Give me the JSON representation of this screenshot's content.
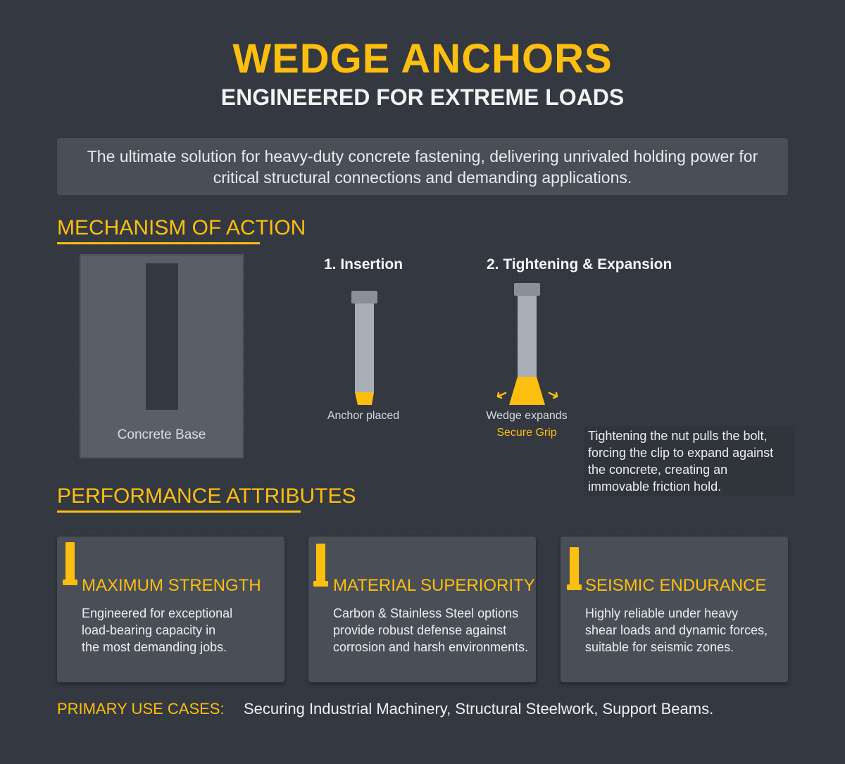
{
  "header": {
    "title": "WEDGE ANCHORS",
    "subtitle": "ENGINEERED FOR EXTREME LOADS"
  },
  "intro": {
    "text": "The ultimate solution for heavy-duty concrete fastening, delivering unrivaled holding power for critical structural connections and demanding applications."
  },
  "mechanism": {
    "heading": "MECHANISM OF ACTION",
    "concrete_label": "Concrete Base",
    "steps": [
      {
        "title": "1. Insertion",
        "caption": "Anchor placed",
        "icon": "anchor-bolt-inserted-icon"
      },
      {
        "title": "2. Tightening & Expansion",
        "caption": "Wedge expands",
        "caption_accent": "Secure Grip",
        "icon": "anchor-bolt-expanded-icon"
      }
    ],
    "explanation": "Tightening the nut pulls the bolt, forcing the clip to expand against the concrete, creating an immovable friction hold."
  },
  "performance": {
    "heading": "PERFORMANCE ATTRIBUTES",
    "cards": [
      {
        "title": "MAXIMUM STRENGTH",
        "body": "Engineered for exceptional\nload-bearing capacity in\nthe most demanding jobs.",
        "icon": "bolt-icon"
      },
      {
        "title": "MATERIAL SUPERIORITY",
        "body": "Carbon & Stainless Steel options\nprovide robust defense against\ncorrosion and harsh environments.",
        "icon": "bolt-icon"
      },
      {
        "title": "SEISMIC ENDURANCE",
        "body": "Highly reliable under heavy\nshear loads and dynamic forces,\nsuitable for seismic zones.",
        "icon": "bolt-icon"
      }
    ]
  },
  "use_cases": {
    "label": "PRIMARY USE CASES:",
    "value": "Securing Industrial Machinery, Structural Steelwork, Support Beams."
  },
  "colors": {
    "background": "#343840",
    "accent": "#fdbf0f",
    "panel": "#4a4f57",
    "concrete": "#5a5f67",
    "bolt": "#a9afb7",
    "bolt_head": "#8a9098"
  }
}
